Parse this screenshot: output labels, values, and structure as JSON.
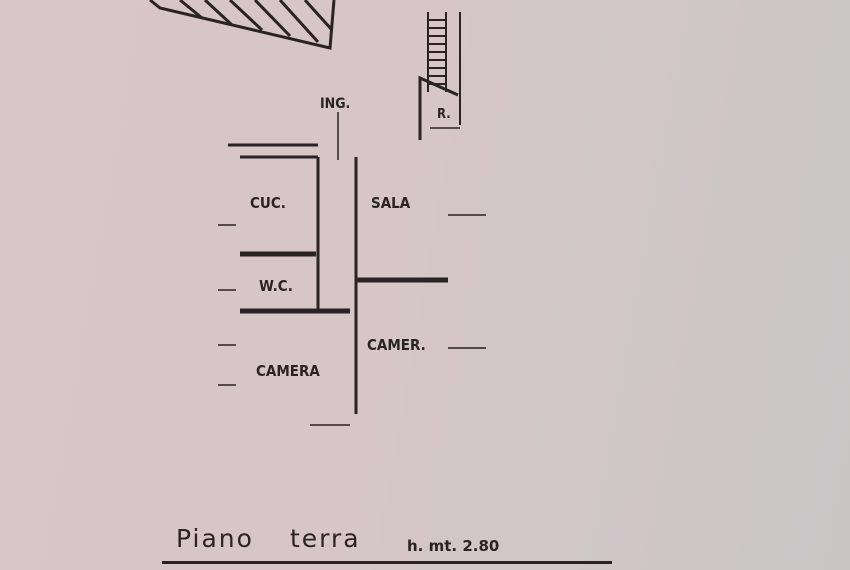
{
  "plan": {
    "rooms": {
      "entrance": "ING.",
      "kitchen": "CUC.",
      "living": "SALA",
      "bathroom": "W.C.",
      "bedroom_right": "CAMER.",
      "bedroom_left": "CAMERA",
      "storage": "R."
    },
    "title_word1": "Piano",
    "title_word2": "terra",
    "height": "h. mt. 2.80"
  },
  "colors": {
    "ink": "#2a2224",
    "paper": "#d8c6c8"
  }
}
